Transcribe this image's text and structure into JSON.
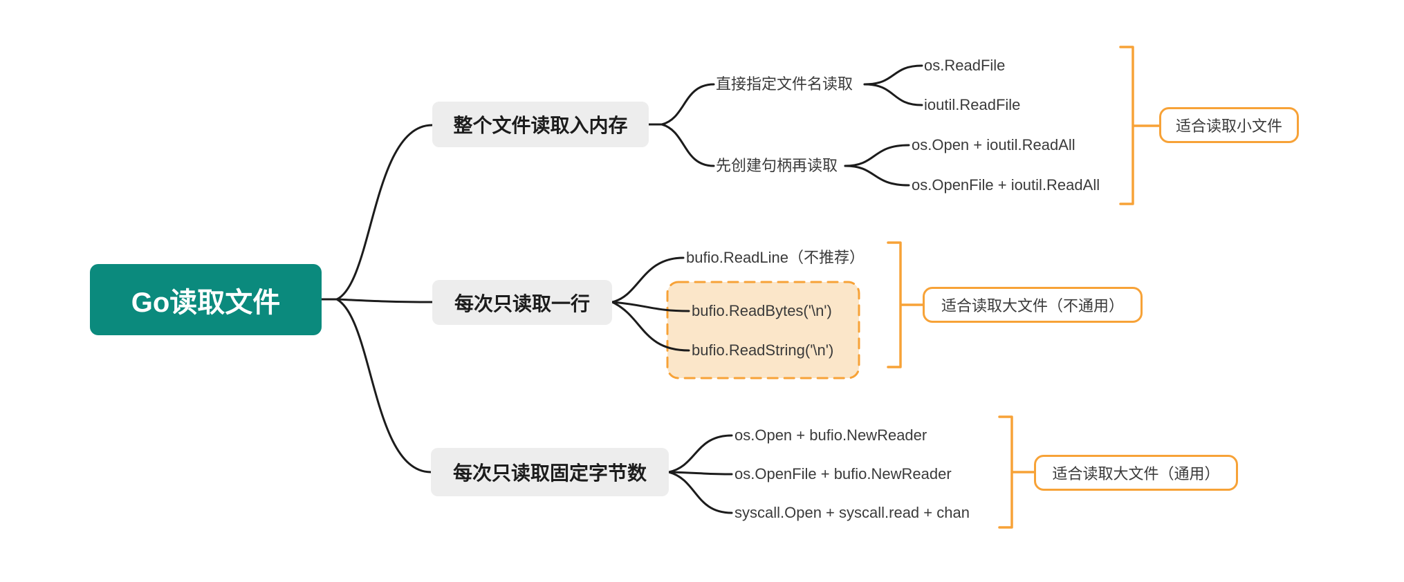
{
  "title": "Go读取文件思维导图",
  "colors": {
    "root_bg": "#0b8a7d",
    "root_text": "#ffffff",
    "branch_bg": "#ededed",
    "line": "#1c1c1c",
    "accent_orange": "#f7a237",
    "highlight_fill": "#fbe6c9",
    "text": "#3a3a3a"
  },
  "root": {
    "label": "Go读取文件"
  },
  "branches": [
    {
      "label": "整个文件读取入内存",
      "children": [
        {
          "label": "直接指定文件名读取",
          "children": [
            "os.ReadFile",
            "ioutil.ReadFile"
          ]
        },
        {
          "label": "先创建句柄再读取",
          "children": [
            "os.Open + ioutil.ReadAll",
            "os.OpenFile + ioutil.ReadAll"
          ]
        }
      ],
      "summary": "适合读取小文件"
    },
    {
      "label": "每次只读取一行",
      "children": [
        "bufio.ReadLine（不推荐）",
        "bufio.ReadBytes('\\n')",
        "bufio.ReadString('\\n')"
      ],
      "highlighted_children": [
        "bufio.ReadBytes('\\n')",
        "bufio.ReadString('\\n')"
      ],
      "summary": "适合读取大文件（不通用）"
    },
    {
      "label": "每次只读取固定字节数",
      "children": [
        "os.Open + bufio.NewReader",
        "os.OpenFile + bufio.NewReader",
        "syscall.Open + syscall.read + chan"
      ],
      "summary": "适合读取大文件（通用）"
    }
  ]
}
